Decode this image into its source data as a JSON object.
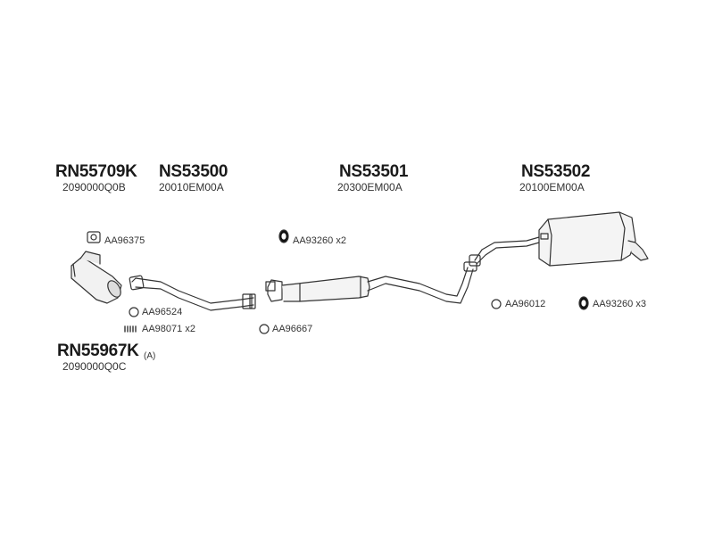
{
  "parts": [
    {
      "id": "p1",
      "number": "RN55709K",
      "oem": "2090000Q0B"
    },
    {
      "id": "p2",
      "number": "NS53500",
      "oem": "20010EM00A"
    },
    {
      "id": "p3",
      "number": "NS53501",
      "oem": "20300EM00A"
    },
    {
      "id": "p4",
      "number": "NS53502",
      "oem": "20100EM00A"
    },
    {
      "id": "p5",
      "number": "RN55967K",
      "suffix": "(A)",
      "oem": "2090000Q0C"
    }
  ],
  "accessories": [
    {
      "id": "a1",
      "label": "AA96375",
      "icon": "gasket-icon"
    },
    {
      "id": "a2",
      "label": "AA93260 x2",
      "icon": "rubber-mount-icon"
    },
    {
      "id": "a3",
      "label": "AA96524",
      "icon": "ring-icon"
    },
    {
      "id": "a4",
      "label": "AA98071 x2",
      "icon": "spring-icon"
    },
    {
      "id": "a5",
      "label": "AA96667",
      "icon": "ring-icon"
    },
    {
      "id": "a6",
      "label": "AA96012",
      "icon": "ring-icon"
    },
    {
      "id": "a7",
      "label": "AA93260 x3",
      "icon": "rubber-mount-icon"
    }
  ]
}
